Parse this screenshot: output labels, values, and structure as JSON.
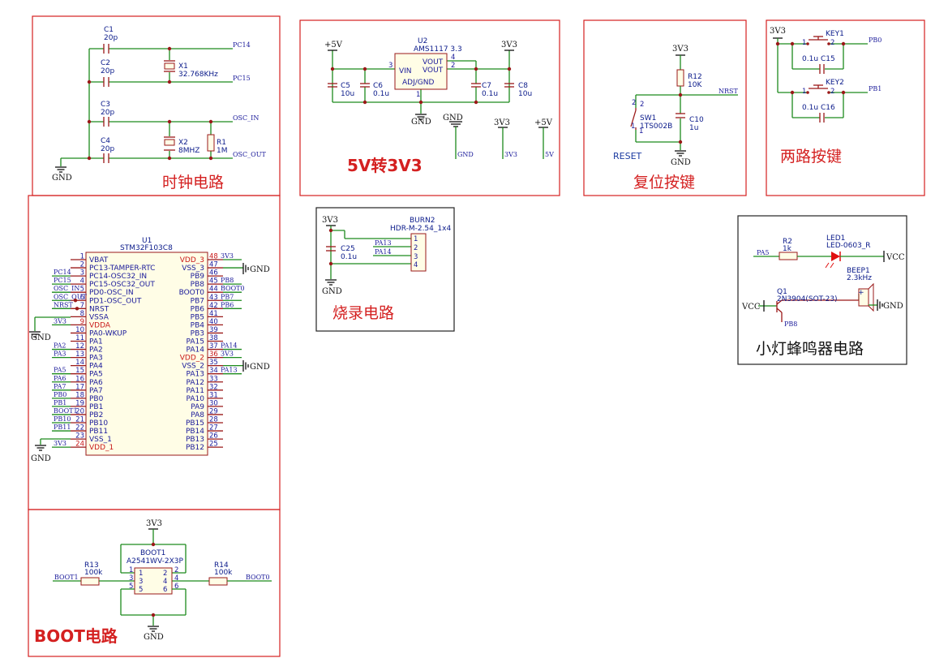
{
  "titles": {
    "clock": "时钟电路",
    "ldo": "5V转3V3",
    "reset": "复位按键",
    "keys": "两路按键",
    "burn": "烧录电路",
    "led_beep": "小灯蜂鸣器电路",
    "boot": "BOOT电路",
    "reset_label": "RESET"
  },
  "clock": {
    "c1": "C1",
    "c1v": "20p",
    "c2": "C2",
    "c2v": "20p",
    "c3": "C3",
    "c3v": "20p",
    "c4": "C4",
    "c4v": "20p",
    "x1": "X1",
    "x1v": "32.768KHz",
    "x2": "X2",
    "x2v": "8MHZ",
    "r1": "R1",
    "r1v": "1M",
    "nets": [
      "PC14",
      "PC15",
      "OSC_IN",
      "OSC_OUT"
    ],
    "gnd": "GND"
  },
  "ldo": {
    "u2": "U2",
    "u2v": "AMS1117 3.3",
    "pin_vin": "VIN",
    "pin_vout1": "VOUT",
    "pin_vout2": "VOUT",
    "pin_adj": "ADJ/GND",
    "n3": "3",
    "n4": "4",
    "n2": "2",
    "n1": "1",
    "c5": "C5",
    "c5v": "10u",
    "c6": "C6",
    "c6v": "0.1u",
    "c7": "C7",
    "c7v": "0.1u",
    "c8": "C8",
    "c8v": "10u",
    "p5v": "+5V",
    "p3v3": "3V3",
    "gnd": "GND",
    "flag_gnd_pw": "GND",
    "flag_3v3_pw": "3V3",
    "flag_5v_pw": "+5V",
    "flag_gnd": "GND",
    "flag_3v3": "3V3",
    "flag_5v": "5V"
  },
  "reset": {
    "p3v3": "3V3",
    "r12": "R12",
    "r12v": "10K",
    "net": "NRST",
    "sw1": "SW1",
    "sw1v": "1TS002B",
    "c10": "C10",
    "c10v": "1u",
    "gnd": "GND",
    "s1": "1",
    "s1b": "1",
    "s2": "2",
    "s2b": "2"
  },
  "keys": {
    "p3v3": "3V3",
    "key1": "KEY1",
    "key2": "KEY2",
    "c15": "C15",
    "c15v": "0.1u",
    "c16": "C16",
    "c16v": "0.1u",
    "net1": "PB0",
    "net2": "PB1",
    "k1": "1",
    "k2": "2",
    "k3": "1",
    "k4": "2"
  },
  "mcu": {
    "ref": "U1",
    "val": "STM32F103C8",
    "left": [
      {
        "n": "1",
        "name": "VBAT",
        "net": ""
      },
      {
        "n": "2",
        "name": "PC13-TAMPER-RTC",
        "net": ""
      },
      {
        "n": "3",
        "name": "PC14-OSC32_IN",
        "net": "PC14"
      },
      {
        "n": "4",
        "name": "PC15-OSC32_OUT",
        "net": "PC15"
      },
      {
        "n": "5",
        "name": "PD0-OSC_IN",
        "net": "OSC_IN"
      },
      {
        "n": "6",
        "name": "PD1-OSC_OUT",
        "net": "OSC_OUT"
      },
      {
        "n": "7",
        "name": "NRST",
        "net": "NRST"
      },
      {
        "n": "8",
        "name": "VSSA",
        "net": ""
      },
      {
        "n": "9",
        "name": "VDDA",
        "net": "3V3",
        "red": true
      },
      {
        "n": "10",
        "name": "PA0-WKUP",
        "net": ""
      },
      {
        "n": "11",
        "name": "PA1",
        "net": ""
      },
      {
        "n": "12",
        "name": "PA2",
        "net": "PA2"
      },
      {
        "n": "13",
        "name": "PA3",
        "net": "PA3"
      },
      {
        "n": "14",
        "name": "PA4",
        "net": ""
      },
      {
        "n": "15",
        "name": "PA5",
        "net": "PA5"
      },
      {
        "n": "16",
        "name": "PA6",
        "net": "PA6"
      },
      {
        "n": "17",
        "name": "PA7",
        "net": "PA7"
      },
      {
        "n": "18",
        "name": "PB0",
        "net": "PB0"
      },
      {
        "n": "19",
        "name": "PB1",
        "net": "PB1"
      },
      {
        "n": "20",
        "name": "PB2",
        "net": "BOOT1"
      },
      {
        "n": "21",
        "name": "PB10",
        "net": "PB10"
      },
      {
        "n": "22",
        "name": "PB11",
        "net": "PB11"
      },
      {
        "n": "23",
        "name": "VSS_1",
        "net": ""
      },
      {
        "n": "24",
        "name": "VDD_1",
        "net": "3V3",
        "red": true
      }
    ],
    "right": [
      {
        "n": "48",
        "name": "VDD_3",
        "net": "3V3",
        "red": true
      },
      {
        "n": "47",
        "name": "VSS_3",
        "net": "GND"
      },
      {
        "n": "46",
        "name": "PB9",
        "net": ""
      },
      {
        "n": "45",
        "name": "PB8",
        "net": "PB8"
      },
      {
        "n": "44",
        "name": "BOOT0",
        "net": "BOOT0"
      },
      {
        "n": "43",
        "name": "PB7",
        "net": "PB7"
      },
      {
        "n": "42",
        "name": "PB6",
        "net": "PB6"
      },
      {
        "n": "41",
        "name": "PB5",
        "net": ""
      },
      {
        "n": "40",
        "name": "PB4",
        "net": ""
      },
      {
        "n": "39",
        "name": "PB3",
        "net": ""
      },
      {
        "n": "38",
        "name": "PA15",
        "net": ""
      },
      {
        "n": "37",
        "name": "PA14",
        "net": "PA14"
      },
      {
        "n": "36",
        "name": "VDD_2",
        "net": "3V3",
        "red": true
      },
      {
        "n": "35",
        "name": "VSS_2",
        "net": "GND"
      },
      {
        "n": "34",
        "name": "PA13",
        "net": "PA13"
      },
      {
        "n": "33",
        "name": "PA12",
        "net": ""
      },
      {
        "n": "32",
        "name": "PA11",
        "net": ""
      },
      {
        "n": "31",
        "name": "PA10",
        "net": ""
      },
      {
        "n": "30",
        "name": "PA9",
        "net": ""
      },
      {
        "n": "29",
        "name": "PA8",
        "net": ""
      },
      {
        "n": "28",
        "name": "PB15",
        "net": ""
      },
      {
        "n": "27",
        "name": "PB14",
        "net": ""
      },
      {
        "n": "26",
        "name": "PB13",
        "net": ""
      },
      {
        "n": "25",
        "name": "PB12",
        "net": ""
      }
    ],
    "gnd1": "GND",
    "gnd2": "GND",
    "gnd3": "GND",
    "gnd4": "GND"
  },
  "burn": {
    "p3v3": "3V3",
    "ref": "BURN2",
    "val": "HDR-M-2.54_1x4",
    "c25": "C25",
    "c25v": "0.1u",
    "nets": [
      "PA13",
      "PA14"
    ],
    "pins": [
      "1",
      "2",
      "3",
      "4"
    ],
    "gnd": "GND"
  },
  "boot": {
    "p3v3": "3V3",
    "ref": "BOOT1",
    "val": "A2541WV-2X3P",
    "r13": "R13",
    "r13v": "100k",
    "r14": "R14",
    "r14v": "100k",
    "net_l": "BOOT1",
    "net_r": "BOOT0",
    "pl": [
      "1",
      "3",
      "5"
    ],
    "pr": [
      "2",
      "4",
      "6"
    ],
    "ol": [
      "1",
      "3",
      "5"
    ],
    "or": [
      "2",
      "4",
      "6"
    ],
    "gnd": "GND"
  },
  "led_beep": {
    "r2": "R2",
    "r2v": "1k",
    "led": "LED1",
    "ledv": "LED-0603_R",
    "net_pa5": "PA5",
    "vcc1": "VCC",
    "vcc2": "VCC",
    "beep": "BEEP1",
    "beepv": "2.3kHz",
    "q1": "Q1",
    "q1v": "2N3904(SOT-23)",
    "net_pb8": "PB8",
    "gnd": "GND",
    "plus": "+"
  }
}
